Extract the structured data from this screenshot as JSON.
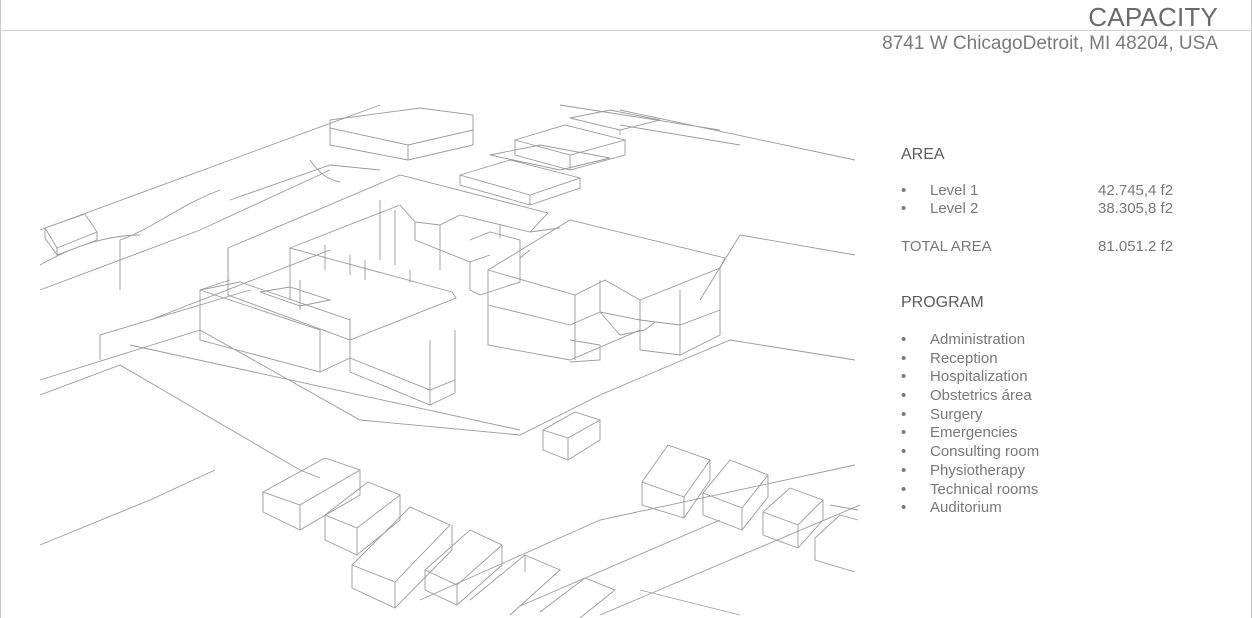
{
  "header": {
    "title": "CAPACITY",
    "address": "8741 W ChicagoDetroit, MI 48204, USA"
  },
  "area": {
    "heading": "AREA",
    "levels": [
      {
        "label": "Level 1",
        "value": "42.745,4 f2"
      },
      {
        "label": "Level 2",
        "value": "38.305,8 f2"
      }
    ],
    "total_label": "TOTAL AREA",
    "total_value": "81.051.2 f2"
  },
  "program": {
    "heading": "PROGRAM",
    "items": [
      "Administration",
      "Reception",
      "Hospitalization",
      "Obstetrics área",
      "Surgery",
      "Emergencies",
      "Consulting room",
      "Physiotherapy",
      "Technical rooms",
      "Auditorium"
    ]
  },
  "bullet": "•"
}
